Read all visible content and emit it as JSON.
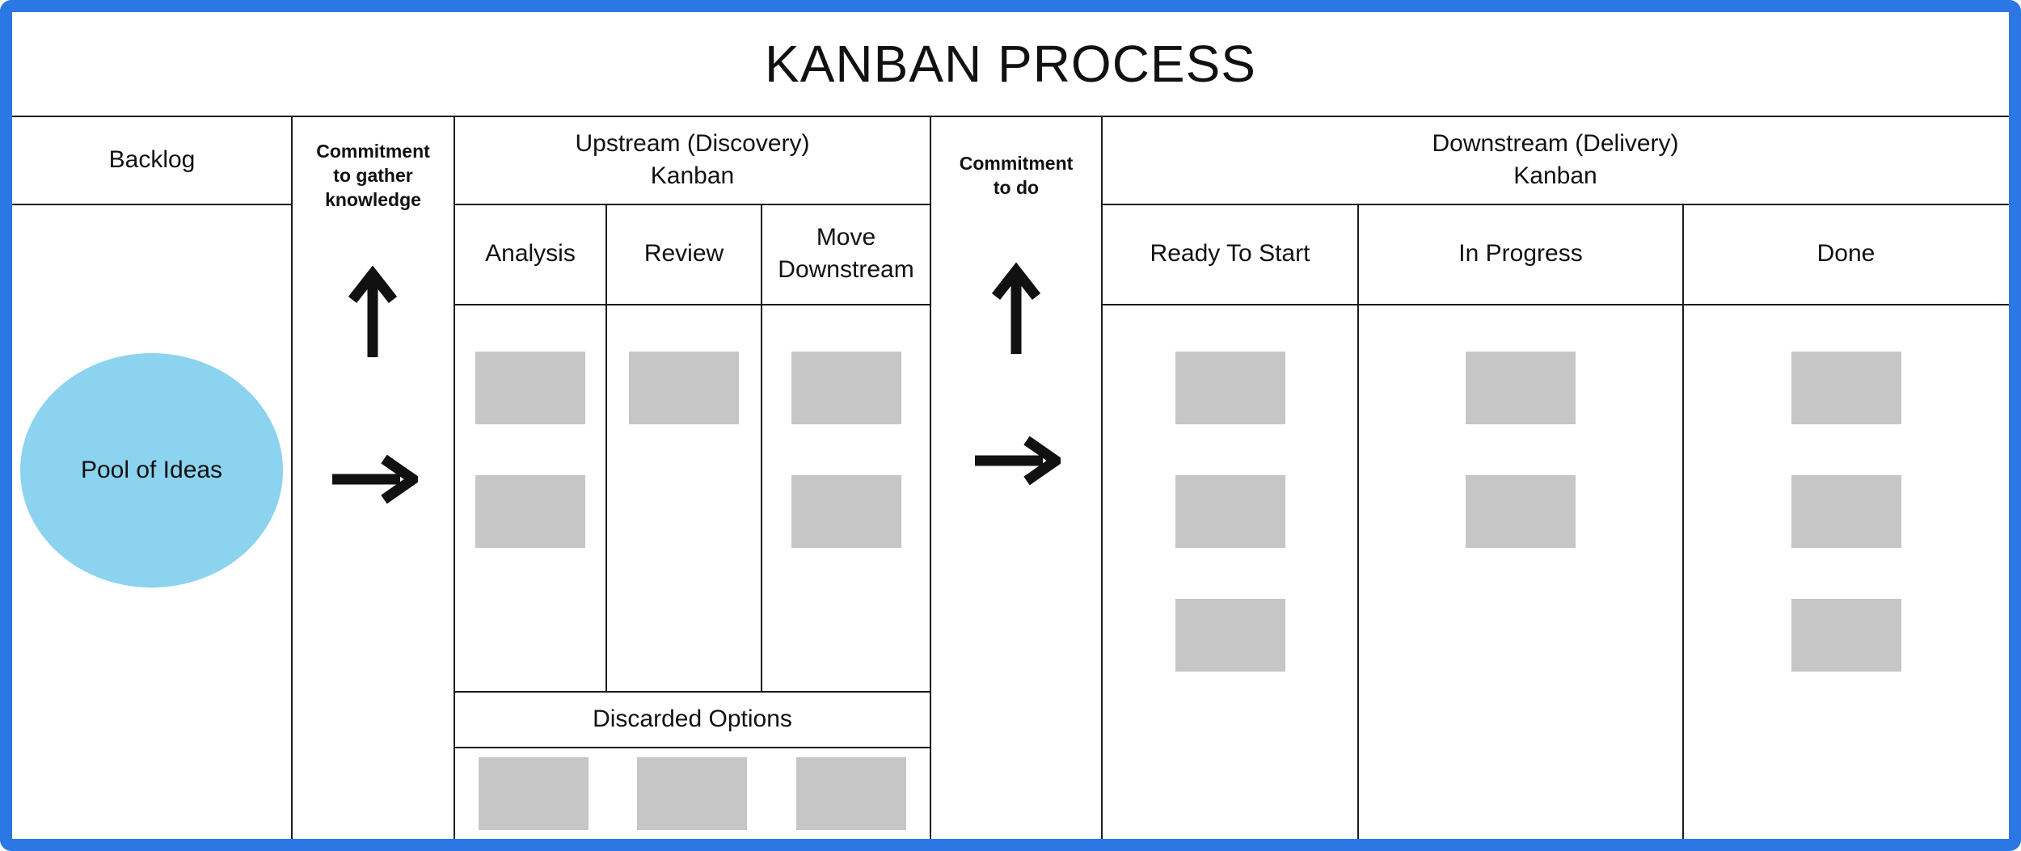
{
  "title": "KANBAN PROCESS",
  "backlog": {
    "header": "Backlog",
    "pool_label": "Pool of Ideas"
  },
  "commitment_left": {
    "label": "Commitment\nto gather\nknowledge"
  },
  "upstream": {
    "header": "Upstream (Discovery)\nKanban",
    "columns": [
      {
        "label": "Analysis",
        "cards": 2
      },
      {
        "label": "Review",
        "cards": 1
      },
      {
        "label": "Move\nDownstream",
        "cards": 2
      }
    ],
    "discarded": {
      "label": "Discarded Options",
      "cards": 3
    }
  },
  "commitment_right": {
    "label": "Commitment\nto do"
  },
  "downstream": {
    "header": "Downstream (Delivery)\nKanban",
    "columns": [
      {
        "label": "Ready To Start",
        "cards": 3
      },
      {
        "label": "In Progress",
        "cards": 2
      },
      {
        "label": "Done",
        "cards": 3
      }
    ]
  },
  "colors": {
    "frame_blue": "#2b78e4",
    "card_gray": "#c6c6c6",
    "pool_blue": "#8bd3ef",
    "line_black": "#1c1c1c"
  }
}
